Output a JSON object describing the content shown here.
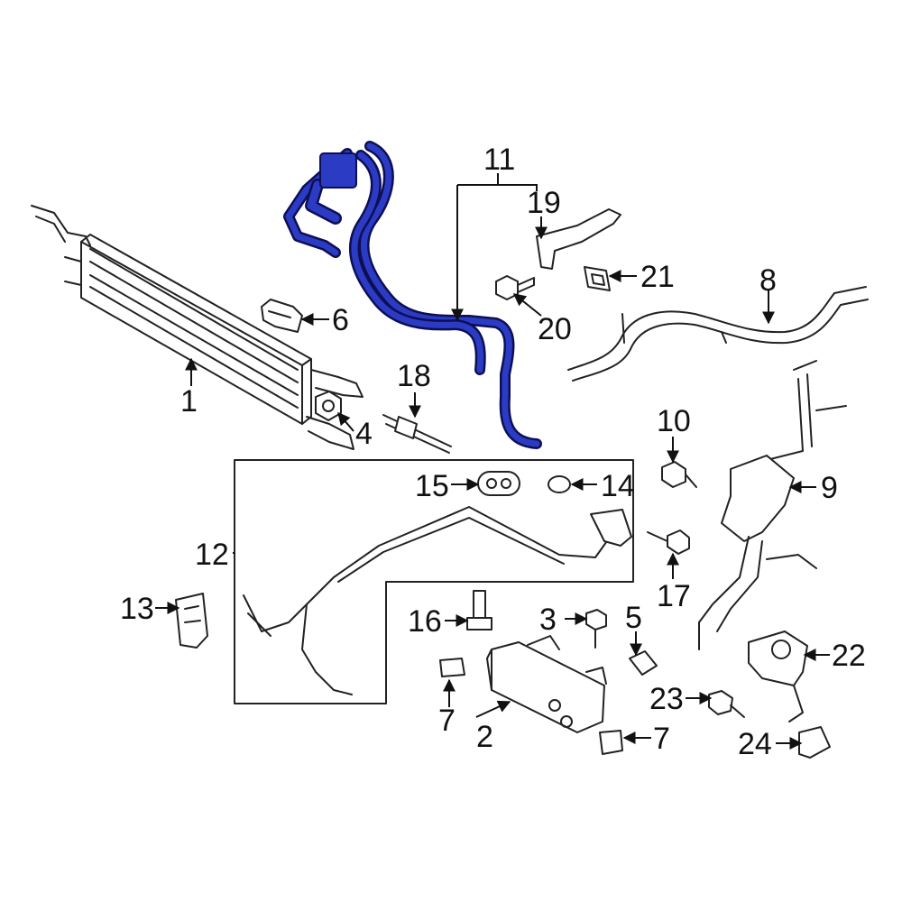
{
  "colors": {
    "highlight": "#2b3bc4",
    "highlight_outline": "#0d0f55",
    "line": "#222222",
    "background": "#ffffff"
  },
  "callouts": {
    "c1": "1",
    "c2": "2",
    "c3": "3",
    "c4": "4",
    "c5": "5",
    "c6": "6",
    "c7a": "7",
    "c7b": "7",
    "c8": "8",
    "c9": "9",
    "c10": "10",
    "c11": "11",
    "c12": "12",
    "c13": "13",
    "c14": "14",
    "c15": "15",
    "c16": "16",
    "c17": "17",
    "c18": "18",
    "c19": "19",
    "c20": "20",
    "c21": "21",
    "c22": "22",
    "c23": "23",
    "c24": "24"
  }
}
